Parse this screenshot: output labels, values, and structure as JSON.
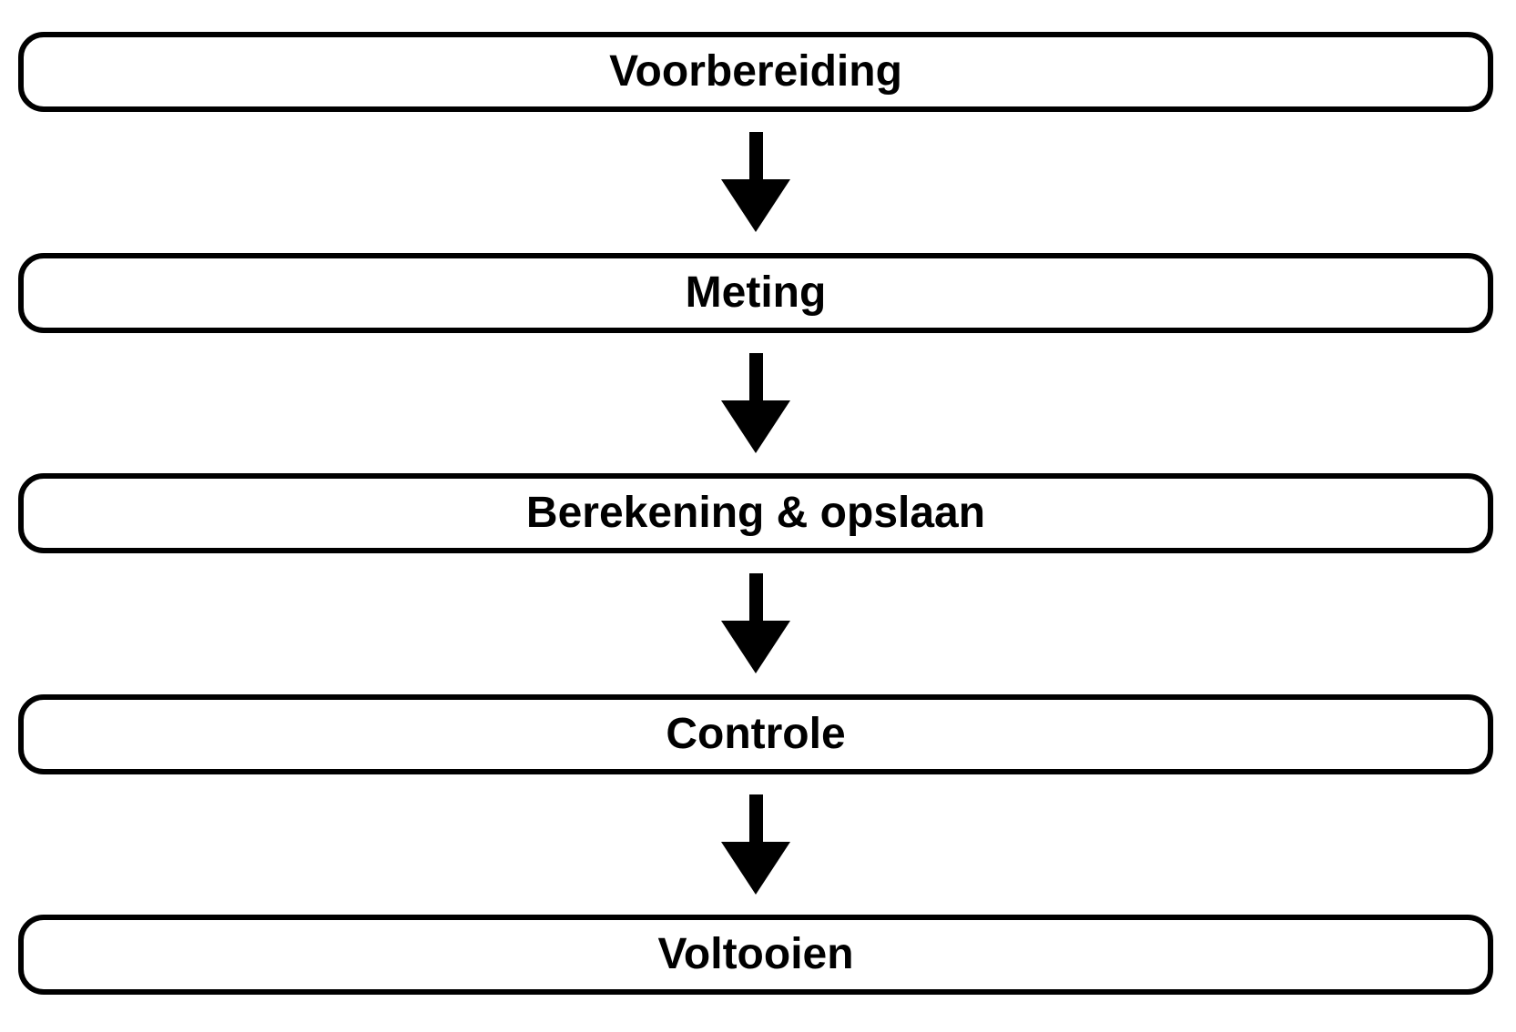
{
  "diagram": {
    "title": "process-flowchart",
    "language": "nl",
    "colors": {
      "background": "#ffffff",
      "box_fill": "#ffffff",
      "box_border": "#000000",
      "text": "#000000",
      "arrow": "#000000"
    },
    "steps": [
      {
        "label": "Voorbereiding"
      },
      {
        "label": "Meting"
      },
      {
        "label": "Berekening & opslaan"
      },
      {
        "label": "Controle"
      },
      {
        "label": "Voltooien"
      }
    ],
    "connector": "down-arrow"
  }
}
